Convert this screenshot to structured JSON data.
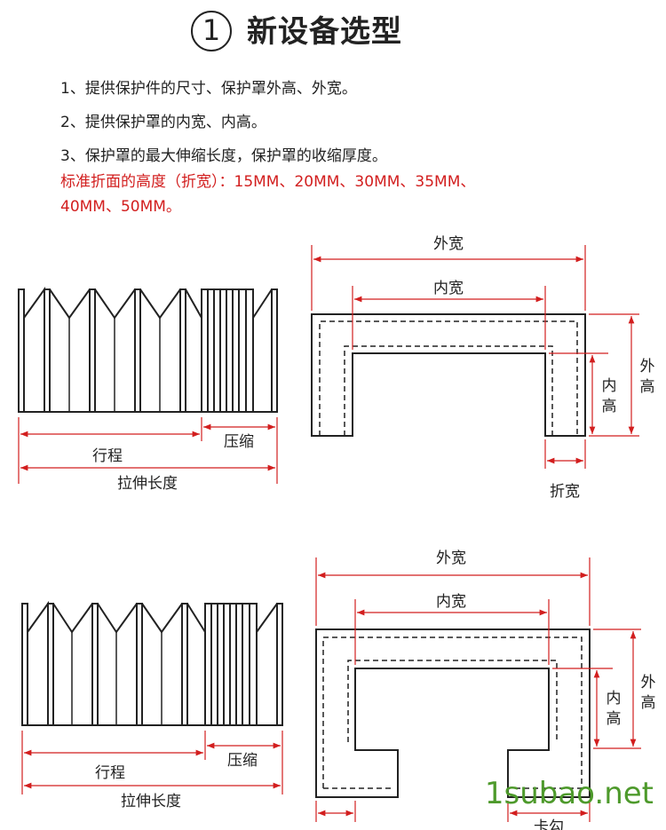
{
  "header": {
    "number": "1",
    "title": "新设备选型"
  },
  "requirements": [
    "1、提供保护件的尺寸、保护罩外高、外宽。",
    "2、提供保护罩的内宽、内高。",
    "3、保护罩的最大伸缩长度，保护罩的收缩厚度。"
  ],
  "fold_heights_note": {
    "line1": "标准折面的高度（折宽）：15MM、20MM、30MM、35MM、",
    "line2": "40MM、50MM。"
  },
  "diagram_top": {
    "stroke_label": "行程",
    "compress_label": "压缩",
    "total_length_label": "拉伸长度",
    "outer_width_label": "外宽",
    "inner_width_label": "内宽",
    "outer_height_label": "外高",
    "inner_height_label": "内高",
    "fold_width_label": "折宽"
  },
  "diagram_bottom": {
    "stroke_label": "行程",
    "compress_label": "压缩",
    "total_length_label": "拉伸长度",
    "outer_width_label": "外宽",
    "inner_width_label": "内宽",
    "outer_height_label": "外高",
    "inner_height_label": "内高",
    "hook_label": "卡勾"
  },
  "watermark": "1subao.net",
  "colors": {
    "dimension": "#d21e1e",
    "outline": "#222222",
    "watermark": "#4e9a2c"
  }
}
